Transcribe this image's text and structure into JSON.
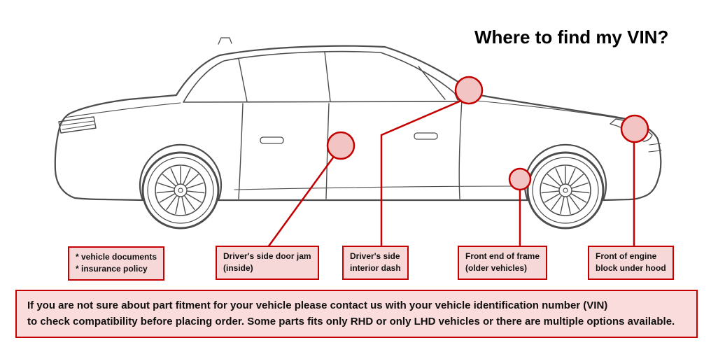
{
  "title": "Where to find my VIN?",
  "colors": {
    "accent_red": "#c40000",
    "callout_fill": "#f7d8d8",
    "marker_fill": "#f2c4c4",
    "banner_fill": "#fbdcdc",
    "car_line": "#4d4d4d"
  },
  "callouts": [
    {
      "id": "vehicle-documents",
      "lines": [
        "* vehicle documents",
        "* insurance policy"
      ]
    },
    {
      "id": "door-jam",
      "lines": [
        "Driver's side door jam",
        "(inside)"
      ]
    },
    {
      "id": "interior-dash",
      "lines": [
        "Driver's side",
        "interior dash"
      ]
    },
    {
      "id": "front-frame",
      "lines": [
        "Front end of frame",
        "(older vehicles)"
      ]
    },
    {
      "id": "engine-block",
      "lines": [
        "Front of engine",
        "block under hood"
      ]
    }
  ],
  "footer": {
    "line1": "If you are not sure about part fitment for your vehicle please contact us with your vehicle identification number (VIN)",
    "line2": "to check compatibility before placing order. Some parts fits only RHD or only LHD vehicles or there are multiple options available."
  }
}
